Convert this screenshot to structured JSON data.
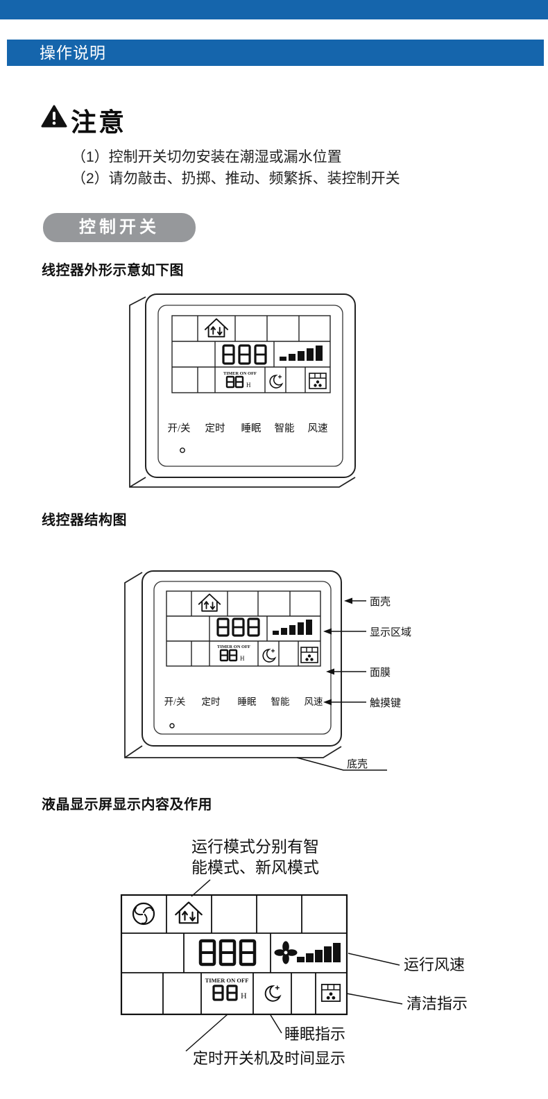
{
  "colors": {
    "accent_blue": "#1565ac",
    "badge_gray": "#96989b"
  },
  "header": {
    "title": "操作说明"
  },
  "notice": {
    "title": "注意",
    "items": [
      "（1）控制开关切勿安装在潮湿或漏水位置",
      "（2）请勿敲击、扔掷、推动、频繁拆、装控制开关"
    ]
  },
  "badge": {
    "label": "控制开关"
  },
  "sections": {
    "appearance": "线控器外形示意如下图",
    "structure": "线控器结构图",
    "lcd": "液晶显示屏显示内容及作用"
  },
  "controller": {
    "buttons": [
      "开/关",
      "定时",
      "睡眠",
      "智能",
      "风速"
    ],
    "lcd": {
      "digits": "888",
      "timer_label": "TIMER ON OFF",
      "timer_digits": "88",
      "hour": "H"
    }
  },
  "structure": {
    "labels": [
      "面壳",
      "显示区域",
      "面膜",
      "触摸键",
      "底壳"
    ]
  },
  "lcd_detail": {
    "mode_note": [
      "运行模式分别有智",
      "能模式、新风模式"
    ],
    "fan_speed_label": "运行风速",
    "clean_label": "清洁指示",
    "sleep_label": "睡眠指示",
    "timer_label_note": "定时开关机及时间显示"
  }
}
